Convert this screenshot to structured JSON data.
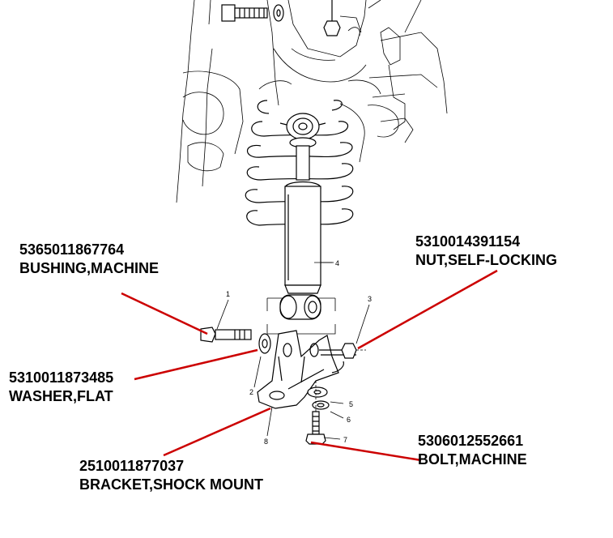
{
  "callouts": [
    {
      "id": "bushing",
      "part_number": "5365011867764",
      "name": "BUSHING,MACHINE"
    },
    {
      "id": "nut",
      "part_number": "5310014391154",
      "name": "NUT,SELF-LOCKING"
    },
    {
      "id": "washer",
      "part_number": "5310011873485",
      "name": "WASHER,FLAT"
    },
    {
      "id": "bracket",
      "part_number": "2510011877037",
      "name": "BRACKET,SHOCK MOUNT"
    },
    {
      "id": "bolt",
      "part_number": "5306012552661",
      "name": "BOLT,MACHINE"
    }
  ],
  "item_numbers": [
    "1",
    "2",
    "3",
    "4",
    "5",
    "6",
    "7",
    "8"
  ],
  "colors": {
    "leader": "#cc0000",
    "ink": "#000000"
  }
}
